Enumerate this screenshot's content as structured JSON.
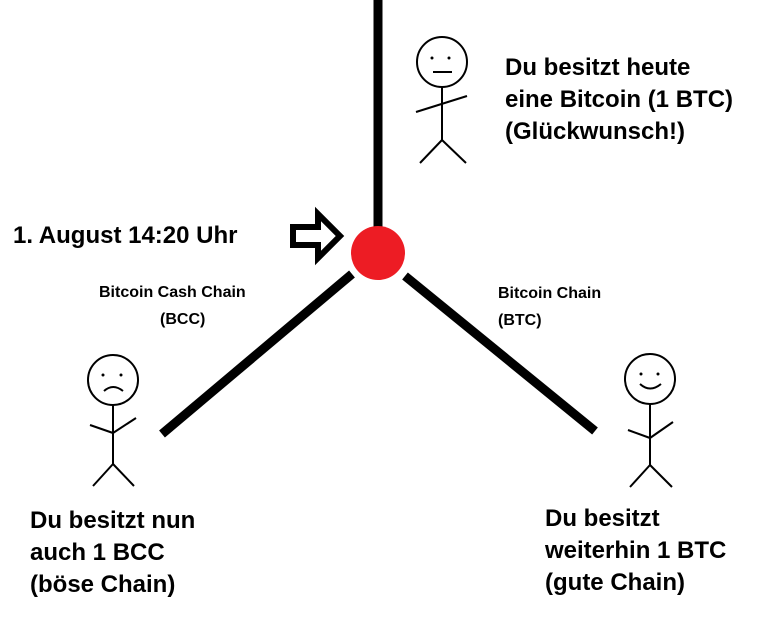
{
  "fork": {
    "date_label": "1. August 14:20 Uhr",
    "point_color": "#ed1c24"
  },
  "top": {
    "lines": [
      "Du besitzt heute",
      "eine Bitcoin (1 BTC)",
      "(Glückwunsch!)"
    ]
  },
  "bcc_chain": {
    "name": "Bitcoin Cash Chain",
    "ticker": "(BCC)",
    "lines": [
      "Du besitzt nun",
      "auch 1 BCC",
      "(böse Chain)"
    ]
  },
  "btc_chain": {
    "name": "Bitcoin Chain",
    "ticker": "(BTC)",
    "lines": [
      "Du besitzt",
      "weiterhin 1 BTC",
      "(gute Chain)"
    ]
  },
  "icons": {
    "top_person": "neutral-stick-figure-icon",
    "left_person": "sad-stick-figure-icon",
    "right_person": "happy-stick-figure-icon",
    "arrow": "right-arrow-icon"
  }
}
